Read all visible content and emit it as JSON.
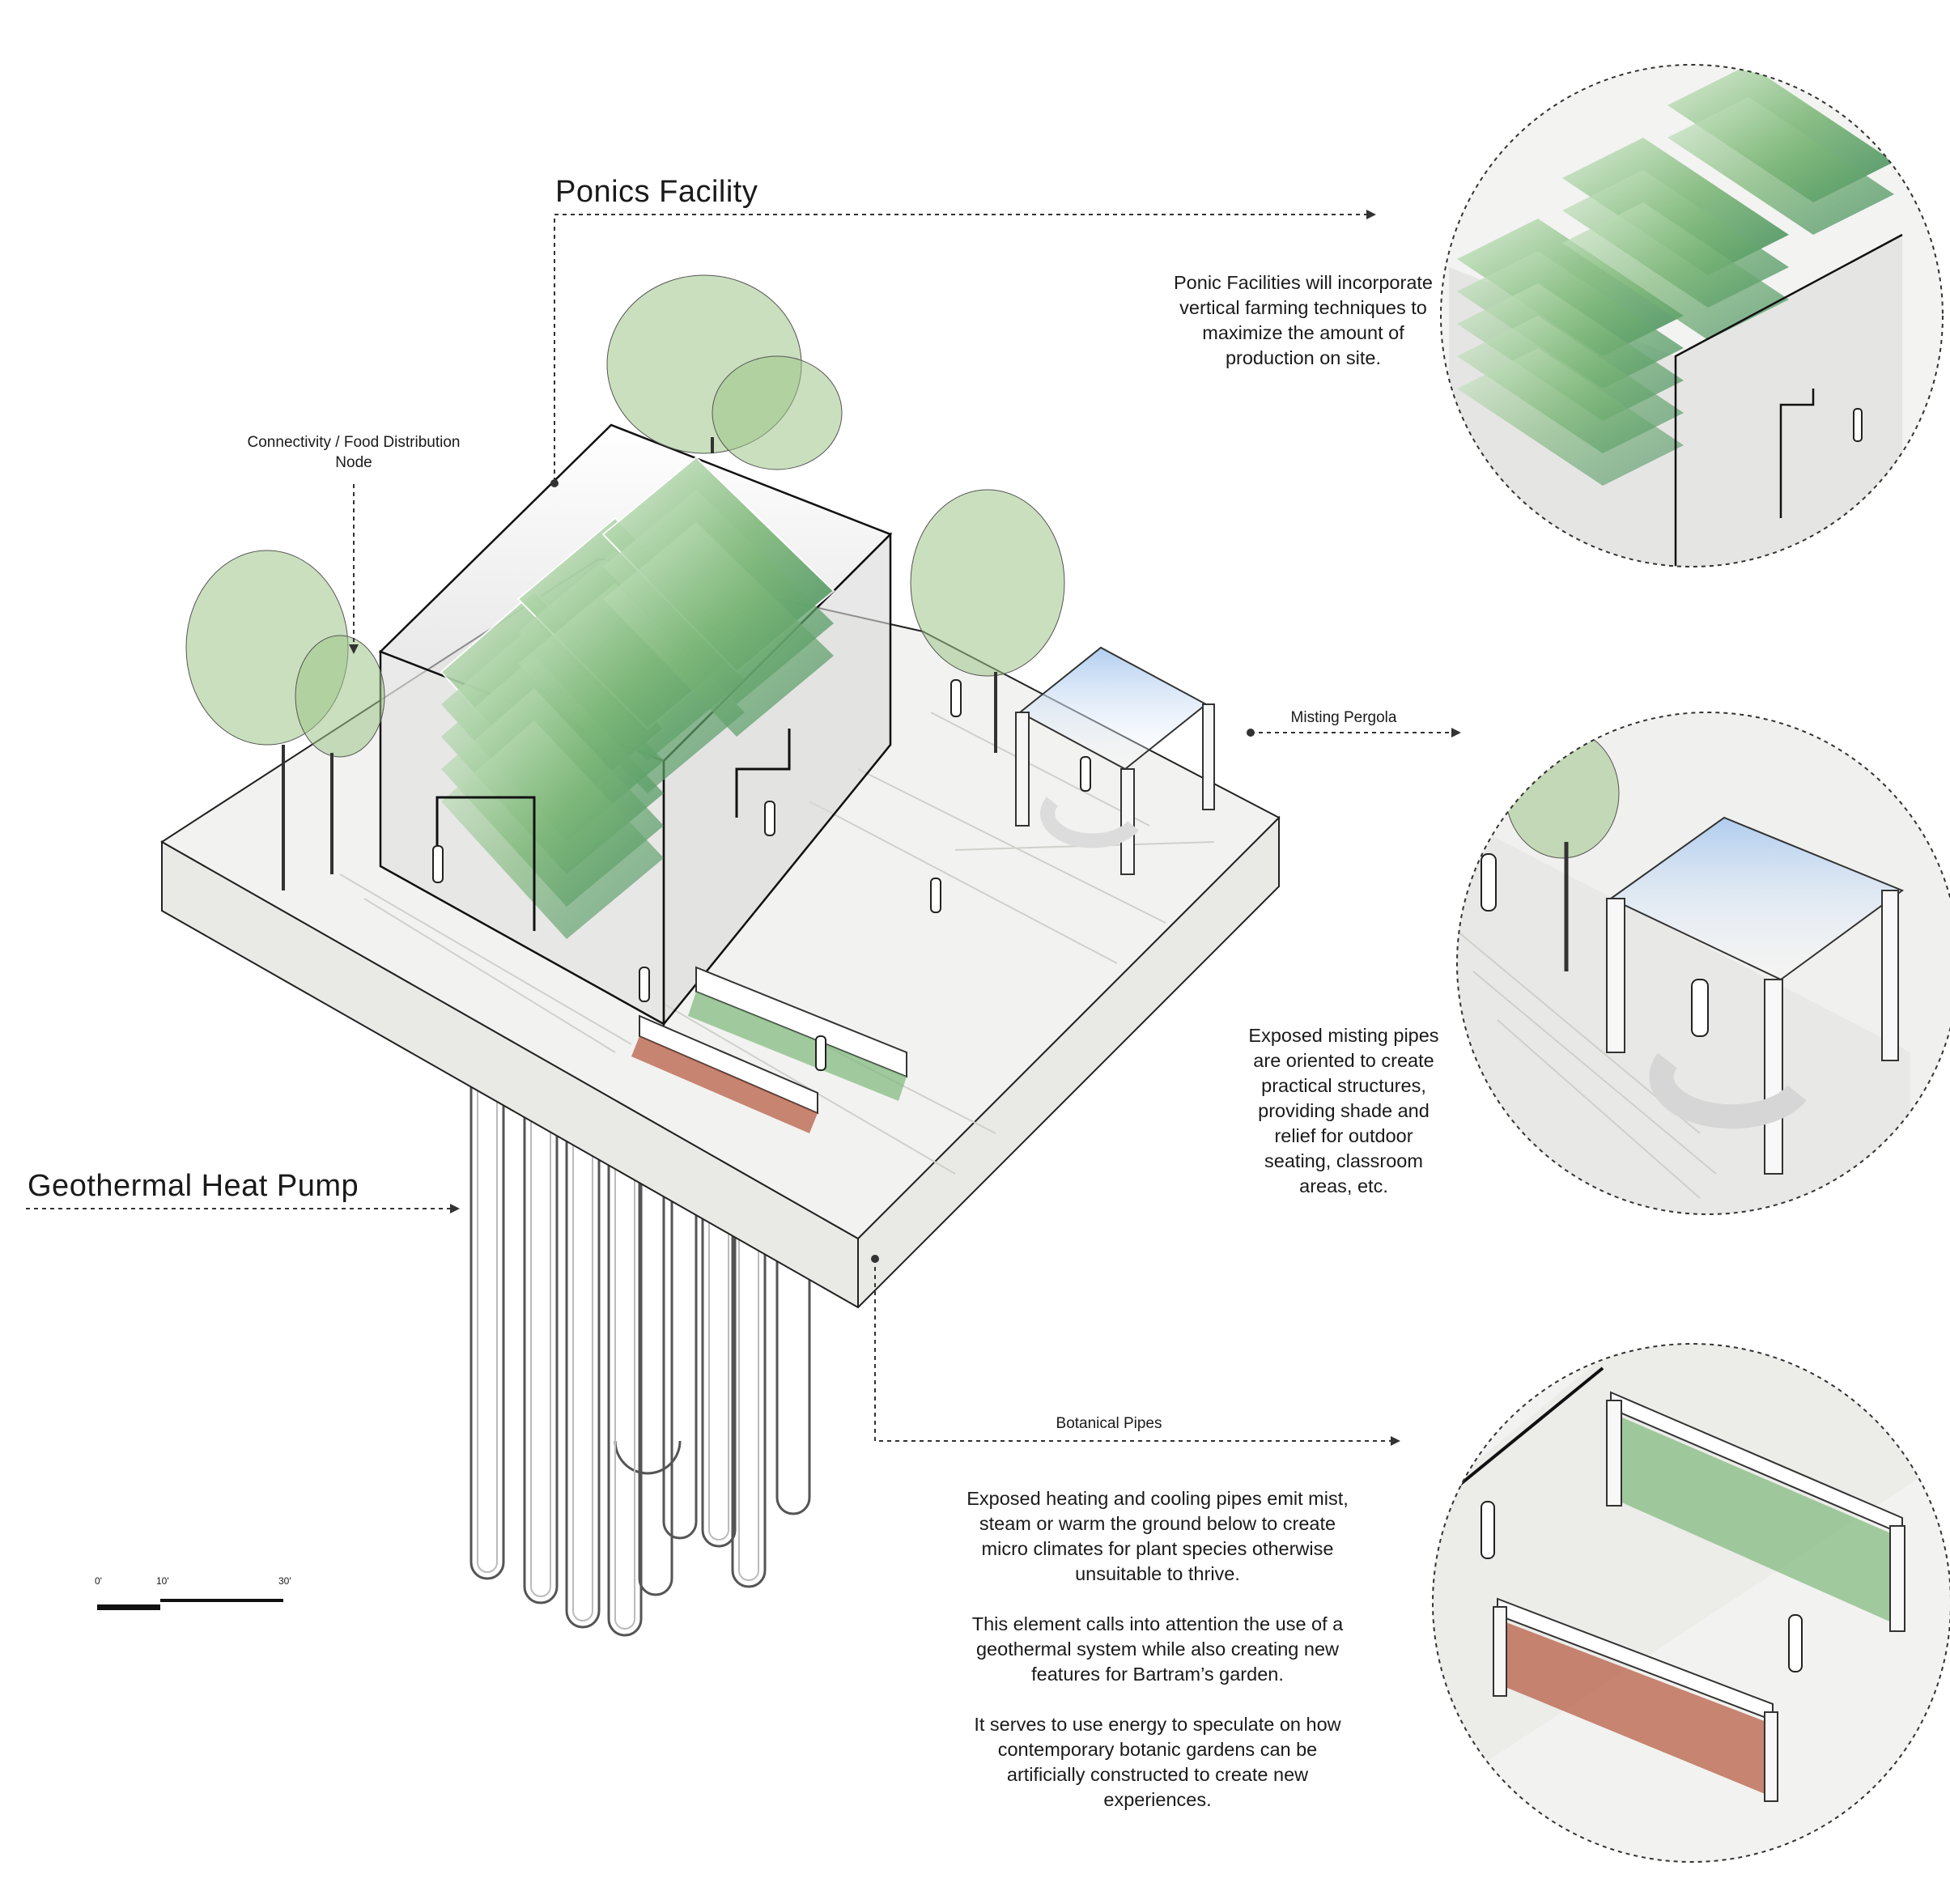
{
  "titles": {
    "ponics_facility": "Ponics Facility",
    "geothermal_heat_pump": "Geothermal Heat Pump"
  },
  "labels": {
    "connectivity_line1": "Connectivity / Food Distribution",
    "connectivity_line2": "Node",
    "misting_pergola": "Misting Pergola",
    "botanical_pipes": "Botanical Pipes"
  },
  "descriptions": {
    "ponics": [
      "Ponic Facilities will incorporate",
      "vertical farming techniques to",
      "maximize the amount of",
      "production on site."
    ],
    "pergola": [
      "Exposed misting pipes",
      "are oriented to create",
      "practical structures,",
      "providing shade and",
      "relief for outdoor",
      "seating, classroom",
      "areas, etc."
    ],
    "botanical_p1": [
      "Exposed heating and cooling pipes emit mist,",
      "steam or warm the ground below to create",
      "micro climates for plant species otherwise",
      "unsuitable to thrive."
    ],
    "botanical_p2": [
      "This element calls into attention the use of a",
      "geothermal system while also creating new",
      "features for Bartram’s garden."
    ],
    "botanical_p3": [
      "It serves to use energy to speculate on how",
      "contemporary botanic gardens can be",
      "artificially constructed to create new",
      "experiences."
    ]
  },
  "scale_bar": {
    "labels": [
      "0'",
      "10'",
      "30'"
    ]
  },
  "colors": {
    "line": "#1a1a1a",
    "slab": "#f2f2f0",
    "greenery": "#7fb87a",
    "planting_red": "#b4553a",
    "mist": "#a9c8ee"
  }
}
